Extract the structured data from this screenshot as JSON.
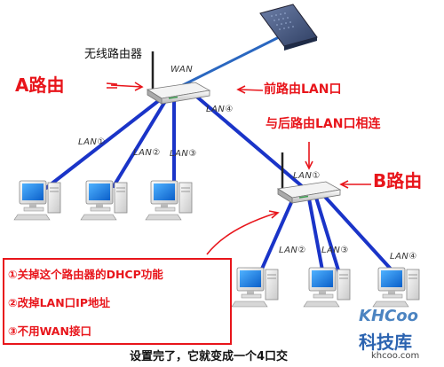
{
  "labels": {
    "wireless_router": "无线路由器",
    "router_a": "A路由",
    "router_b": "B路由",
    "front_router_lan": "前路由LAN口",
    "connect_rear_lan": "与后路由LAN口相连",
    "wan": "WAN",
    "lan_a_uplink": "LAN④",
    "lan_a_1": "LAN①",
    "lan_a_2": "LAN②",
    "lan_a_3": "LAN③",
    "lan_b_1": "LAN①",
    "lan_b_2": "LAN②",
    "lan_b_3": "LAN③",
    "lan_b_4": "LAN④"
  },
  "notes": [
    "①关掉这个路由器的DHCP功能",
    "②改掉LAN口IP地址",
    "③不用WAN接口"
  ],
  "footer_text": "设置完了，它就变成一个4口交",
  "watermark": {
    "logo": "KHCoo",
    "cn": "科技库",
    "url": "khcoo.com"
  },
  "colors": {
    "red": "#e8151b",
    "link_blue": "#1a34c8",
    "wan_blue": "#2a67c0"
  }
}
